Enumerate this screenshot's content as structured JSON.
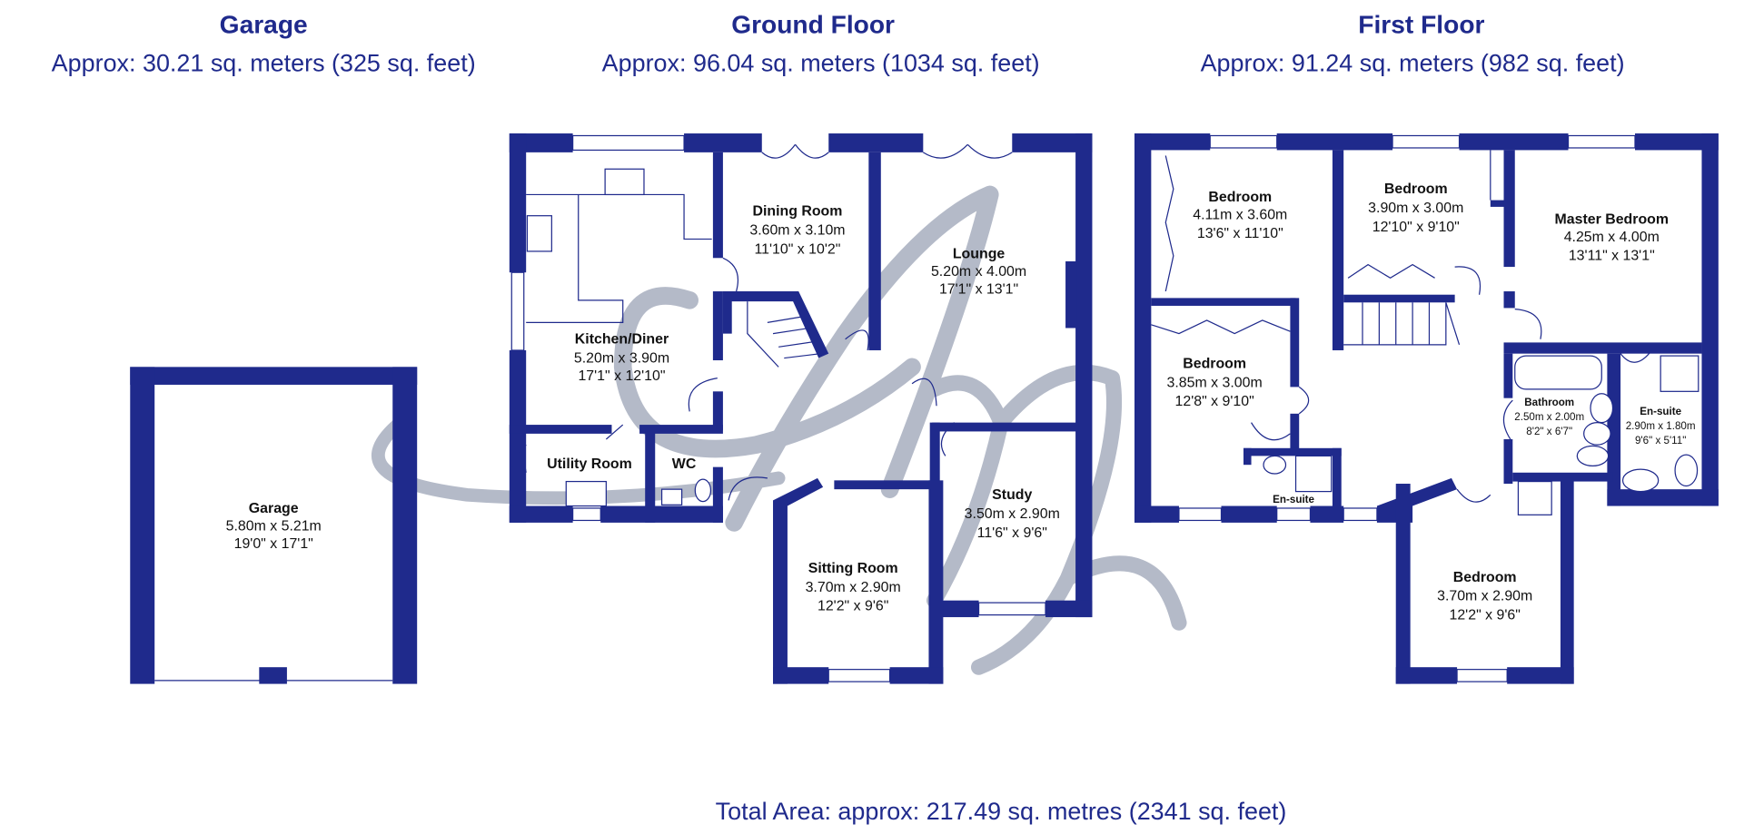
{
  "headings": {
    "garage": {
      "title": "Garage",
      "area": "Approx: 30.21 sq. meters (325 sq. feet)"
    },
    "ground": {
      "title": "Ground Floor",
      "area": "Approx:  96.04 sq. meters (1034 sq. feet)"
    },
    "first": {
      "title": "First Floor",
      "area": "Approx: 91.24 sq. meters (982 sq. feet)"
    }
  },
  "total_area": "Total Area: approx: 217.49 sq. metres (2341 sq. feet)",
  "watermark": "AW",
  "colors": {
    "wall": "#1f2a8c",
    "watermark": "#aab1c2"
  },
  "rooms": {
    "garage": {
      "name": "Garage",
      "metric": "5.80m x 5.21m",
      "imperial": "19'0\" x 17'1\""
    },
    "kitchen": {
      "name": "Kitchen/Diner",
      "metric": "5.20m x 3.90m",
      "imperial": "17'1\" x 12'10\""
    },
    "dining": {
      "name": "Dining Room",
      "metric": "3.60m x 3.10m",
      "imperial": "11'10\" x 10'2\""
    },
    "lounge": {
      "name": "Lounge",
      "metric": "5.20m x 4.00m",
      "imperial": "17'1\" x 13'1\""
    },
    "utility": {
      "name": "Utility Room"
    },
    "wc": {
      "name": "WC"
    },
    "study": {
      "name": "Study",
      "metric": "3.50m x 2.90m",
      "imperial": "11'6\" x 9'6\""
    },
    "sitting": {
      "name": "Sitting Room",
      "metric": "3.70m x 2.90m",
      "imperial": "12'2\" x 9'6\""
    },
    "bedroom1": {
      "name": "Bedroom",
      "metric": "4.11m x 3.60m",
      "imperial": "13'6\" x 11'10\""
    },
    "bedroom2": {
      "name": "Bedroom",
      "metric": "3.90m x 3.00m",
      "imperial": "12'10\" x 9'10\""
    },
    "master": {
      "name": "Master Bedroom",
      "metric": "4.25m x 4.00m",
      "imperial": "13'11\" x 13'1\""
    },
    "bedroom3": {
      "name": "Bedroom",
      "metric": "3.85m x 3.00m",
      "imperial": "12'8\" x 9'10\""
    },
    "ensuite_small": {
      "name": "En-suite"
    },
    "bathroom": {
      "name": "Bathroom",
      "metric": "2.50m x 2.00m",
      "imperial": "8'2\" x 6'7\""
    },
    "ensuite": {
      "name": "En-suite",
      "metric": "2.90m x 1.80m",
      "imperial": "9'6\" x 5'11\""
    },
    "bedroom4": {
      "name": "Bedroom",
      "metric": "3.70m x 2.90m",
      "imperial": "12'2\" x 9'6\""
    }
  }
}
